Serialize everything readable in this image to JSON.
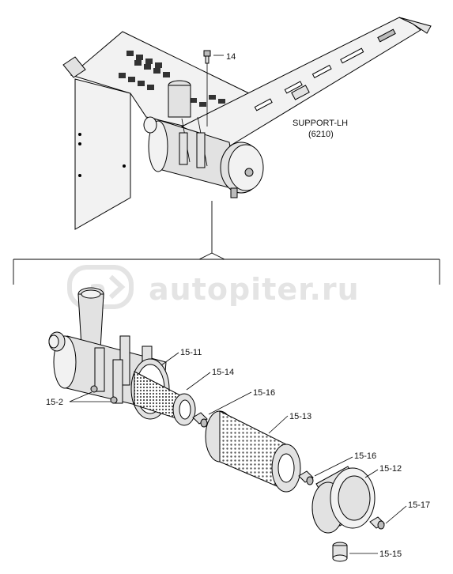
{
  "watermark": {
    "brand": "autopiter.ru"
  },
  "callouts": {
    "c14": "14",
    "support_name": "SUPPORT-LH",
    "support_code": "(6210)",
    "c15_11": "15-11",
    "c15_14": "15-14",
    "c15_16a": "15-16",
    "c15_2": "15-2",
    "c15_13": "15-13",
    "c15_16b": "15-16",
    "c15_12": "15-12",
    "c15_17": "15-17",
    "c15_15": "15-15"
  }
}
